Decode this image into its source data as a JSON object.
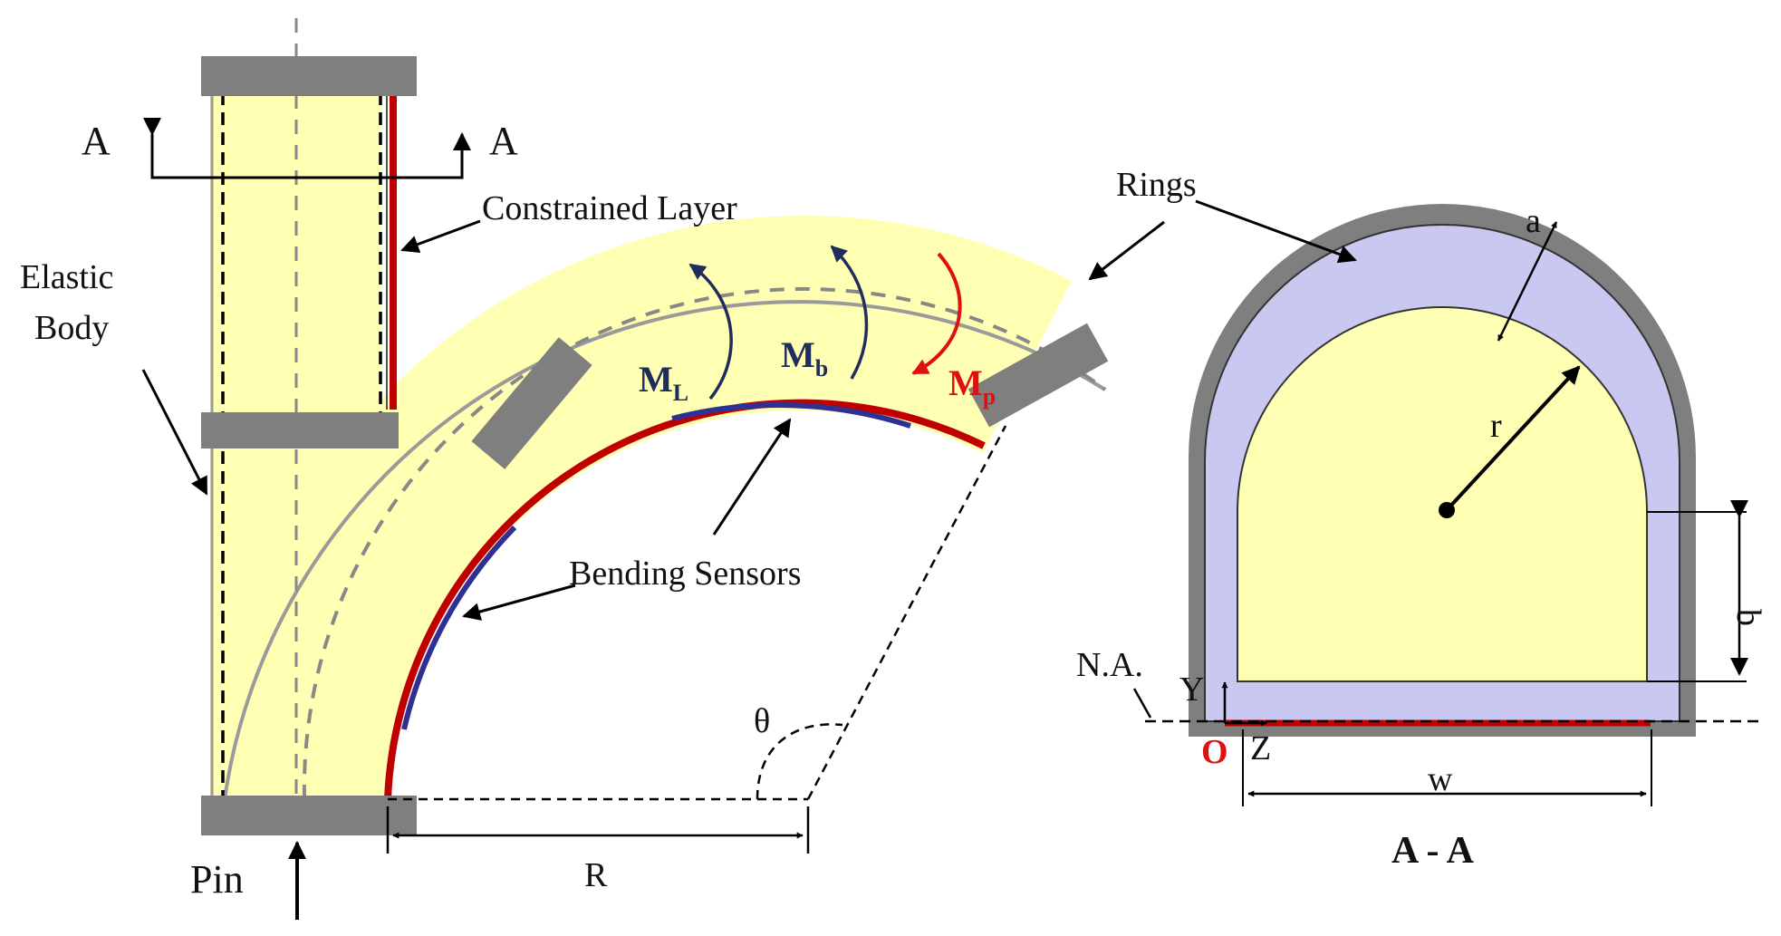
{
  "labels": {
    "section_marker_left": "A",
    "section_marker_right": "A",
    "constrained_layer": "Constrained Layer",
    "elastic_body_line1": "Elastic",
    "elastic_body_line2": "Body",
    "rings": "Rings",
    "bending_sensors": "Bending Sensors",
    "pin": "Pin",
    "radius_R": "R",
    "angle_theta": "θ",
    "moment_L_main": "M",
    "moment_L_sub": "L",
    "moment_b_main": "M",
    "moment_b_sub": "b",
    "moment_p_main": "M",
    "moment_p_sub": "p",
    "section_a": "a",
    "section_r": "r",
    "section_b": "b",
    "section_w": "w",
    "neutral_axis": "N.A.",
    "axis_y": "Y",
    "axis_z": "Z",
    "origin": "O",
    "section_title": "A - A"
  },
  "colors": {
    "elastic_body": "#ffffb4",
    "ring": "#7f7f7f",
    "constrained_layer": "#c00000",
    "sensor": "#2e3192",
    "moment_dark": "#1f2d5c",
    "moment_red": "#e01010",
    "section_inner_layer": "#c8c8f0",
    "origin": "#e01010"
  }
}
